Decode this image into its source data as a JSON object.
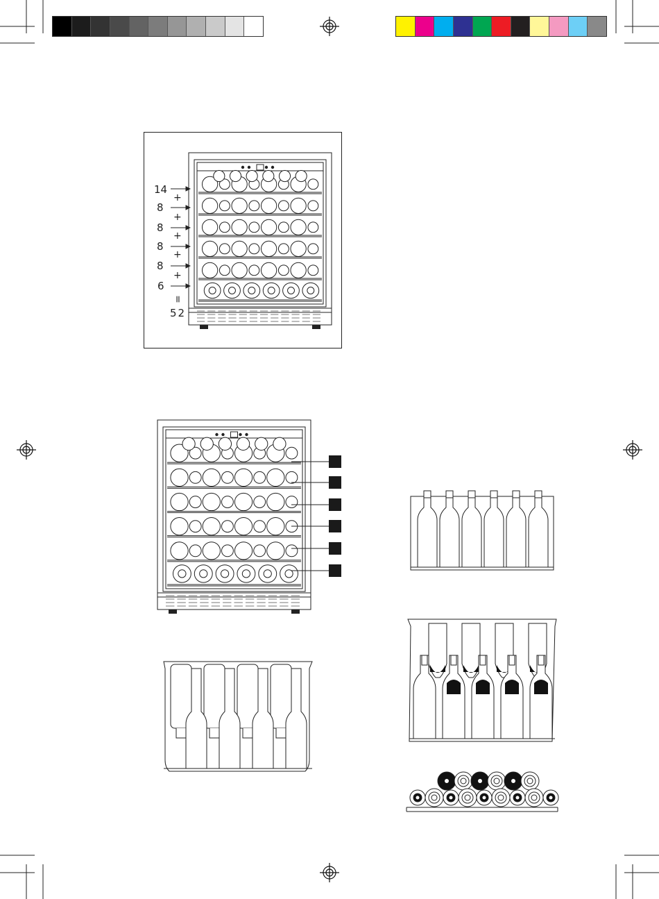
{
  "print_marks": {
    "grayscale_swatches": [
      "#000000",
      "#1c1c1c",
      "#333333",
      "#4a4a4a",
      "#636363",
      "#7c7c7c",
      "#969696",
      "#b0b0b0",
      "#cacaca",
      "#e4e4e4",
      "#ffffff"
    ],
    "color_swatches": [
      "#fff200",
      "#ec008c",
      "#00aeef",
      "#2e3192",
      "#00a651",
      "#ed1c24",
      "#231f20",
      "#fff799",
      "#f49ac1",
      "#6dcff6",
      "#898989"
    ]
  },
  "capacity_figure": {
    "shelf_counts": [
      "14",
      "8",
      "8",
      "8",
      "8",
      "6"
    ],
    "plus_sign": "+",
    "equals_sign": "=",
    "total": "52"
  },
  "callout_figure": {
    "callouts": [
      "",
      "",
      "",
      "",
      "",
      ""
    ],
    "callout_color": "#1a1a1a"
  }
}
